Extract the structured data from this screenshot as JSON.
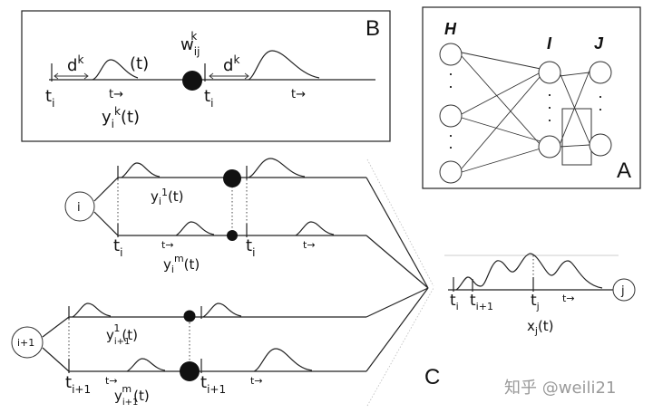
{
  "panels": {
    "a": {
      "label": "A",
      "layer_h": "H",
      "layer_i": "I",
      "layer_j": "J",
      "dots": "·"
    },
    "b": {
      "label": "B",
      "delay": "d",
      "delay_sup": "k",
      "t_paren": "(t)",
      "weight": "w",
      "weight_sub": "ij",
      "weight_sup": "k",
      "t_i": "t",
      "t_i_sub": "i",
      "t_arrow": "t→",
      "y": "y",
      "y_sub": "i",
      "y_sup": "k",
      "y_tail": "(t)"
    },
    "c": {
      "label": "C",
      "neuron_i": "i",
      "neuron_i1": "i+1",
      "neuron_j": "j",
      "t": "t",
      "sub_i": "i",
      "sub_i1": "i+1",
      "sub_j": "j",
      "t_arrow": "t→",
      "y": "y",
      "sup_1": "1",
      "sup_m": "m",
      "tail": "(t)",
      "x": "x"
    }
  },
  "watermark": "知乎 @weili21"
}
